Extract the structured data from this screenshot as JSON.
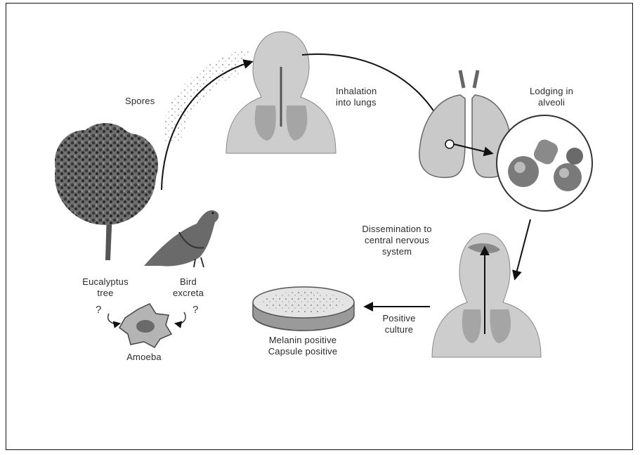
{
  "diagram": {
    "labels": {
      "spores": "Spores",
      "inhalation": "Inhalation\ninto lungs",
      "lodging": "Lodging in\nalveoli",
      "dissemination": "Dissemination to\ncentral nervous\nsystem",
      "positive_culture": "Positive\nculture",
      "melanin": "Melanin positive\nCapsule positive",
      "eucalyptus": "Eucalyptus\ntree",
      "bird": "Bird\nexcreta",
      "amoeba": "Amoeba",
      "q_left": "?",
      "q_right": "?"
    },
    "colors": {
      "ink": "#1a1a1a",
      "fill": "#cfcfcf",
      "dark": "#4a4a4a",
      "frame": "#111111"
    }
  }
}
